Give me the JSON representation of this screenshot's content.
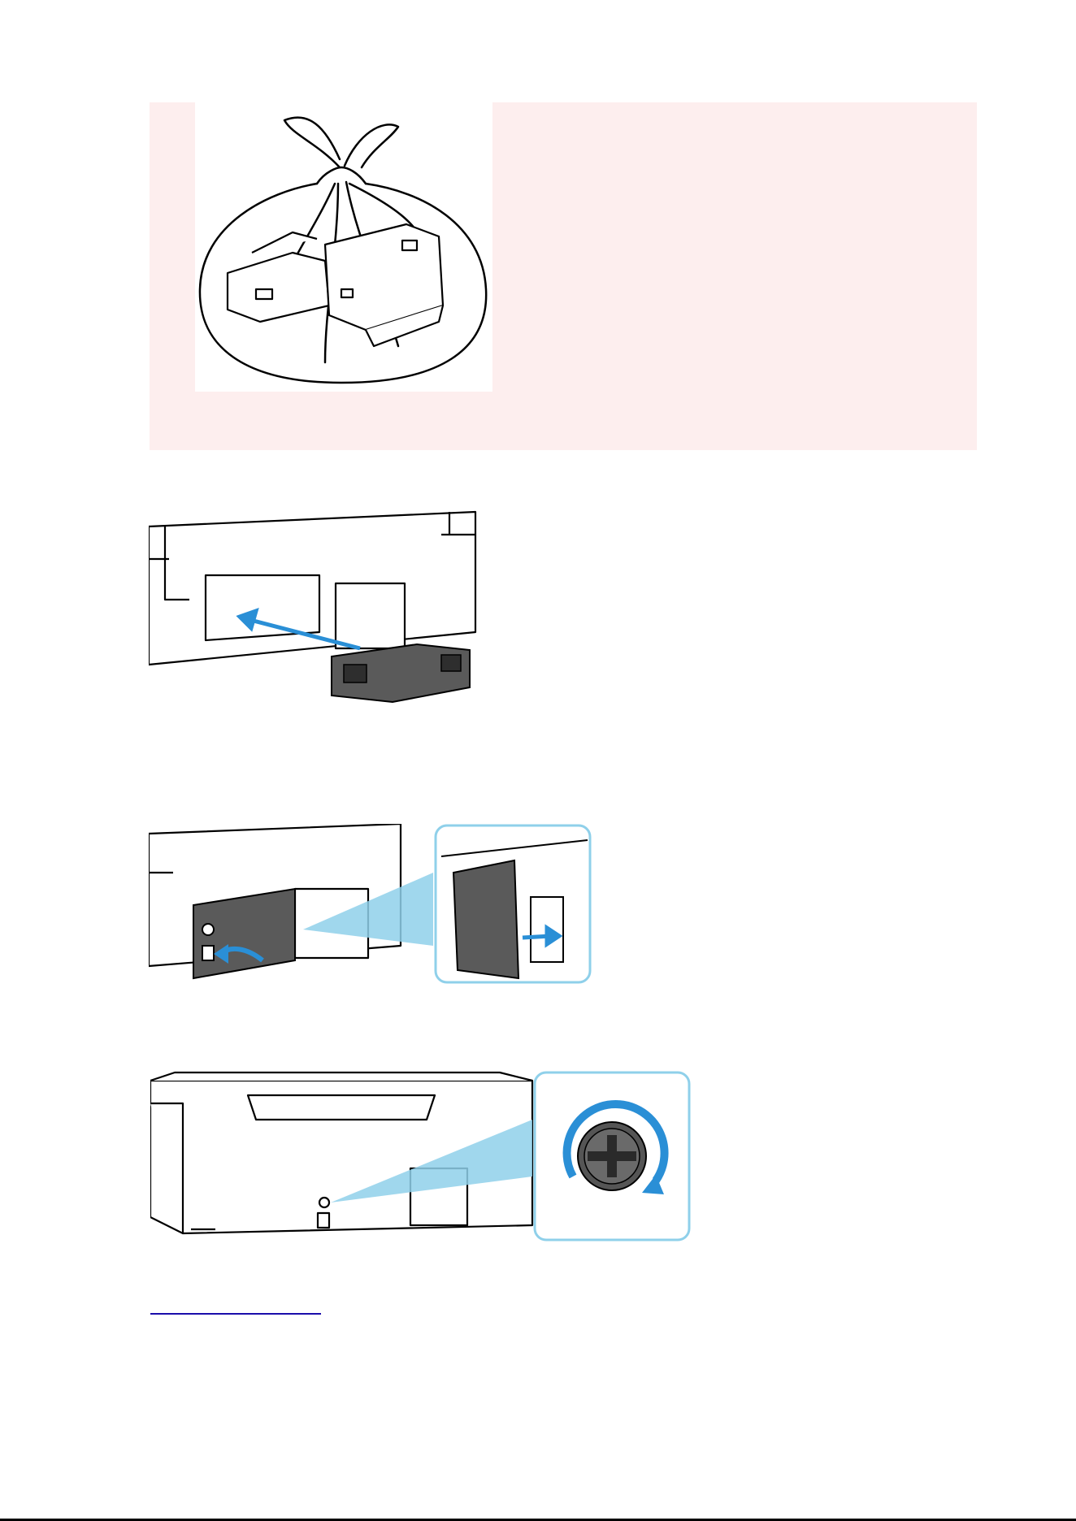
{
  "link": {
    "label": ""
  },
  "colors": {
    "note_background": "#fdeeee",
    "highlight_blue": "#2a8fd6",
    "callout_border": "#8fd0ea",
    "dark_part": "#555555",
    "link": "#1a0dab"
  },
  "icons": [
    "maintenance-cartridge-bag-illustration",
    "insert-cartridge-illustration",
    "attach-cover-illustration",
    "tighten-screw-illustration"
  ]
}
